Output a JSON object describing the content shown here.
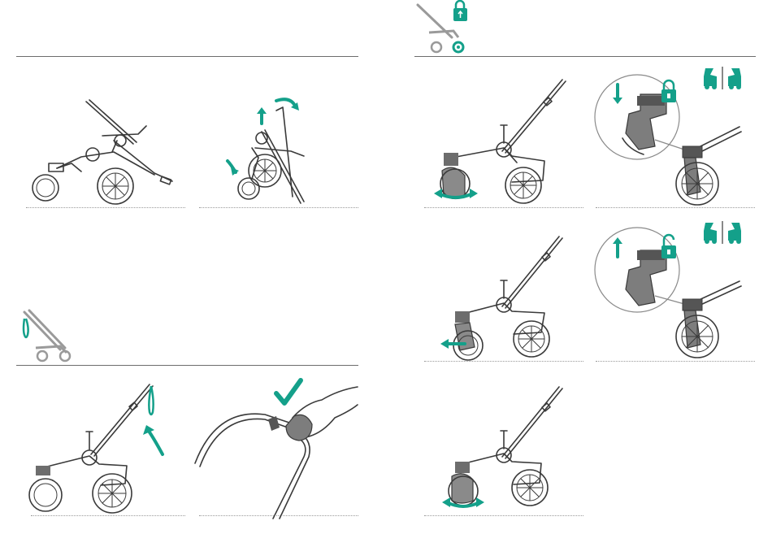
{
  "colors": {
    "accent": "#14a08a",
    "line": "#3a3a3a",
    "rule": "#6d6d6d",
    "grey": "#7a7a7a"
  },
  "icons": {
    "lock": "padlock-locked",
    "unlock": "padlock-unlocked",
    "check": "checkmark",
    "strap": "wrist-strap",
    "arrows": "motion-arrows"
  }
}
